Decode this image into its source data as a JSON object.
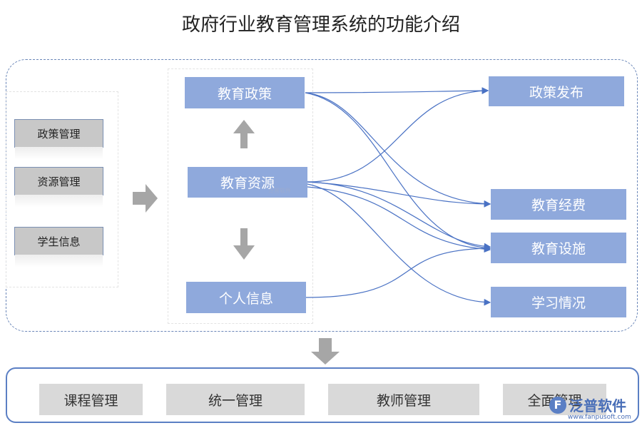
{
  "title": "政府行业教育管理系统的功能介绍",
  "left_items": [
    "政策管理",
    "资源管理",
    "学生信息"
  ],
  "middle_items": {
    "top": "教育政策",
    "center": "教育资源",
    "bottom": "个人信息"
  },
  "right_items": [
    "政策发布",
    "教育经费",
    "教育设施",
    "学习情况"
  ],
  "bottom_items": [
    "课程管理",
    "统一管理",
    "教师管理",
    "全面管理"
  ],
  "watermark": {
    "brand": "泛普软件",
    "url": "www.fanpusoft.com",
    "small": "泛普软件"
  },
  "colors": {
    "box_blue": "#8fa9dc",
    "line_blue": "#4a72c4",
    "border_blue": "#5b7fc4",
    "arrow_gray": "#a6a6a6",
    "box_gray": "#d9d9d9"
  }
}
